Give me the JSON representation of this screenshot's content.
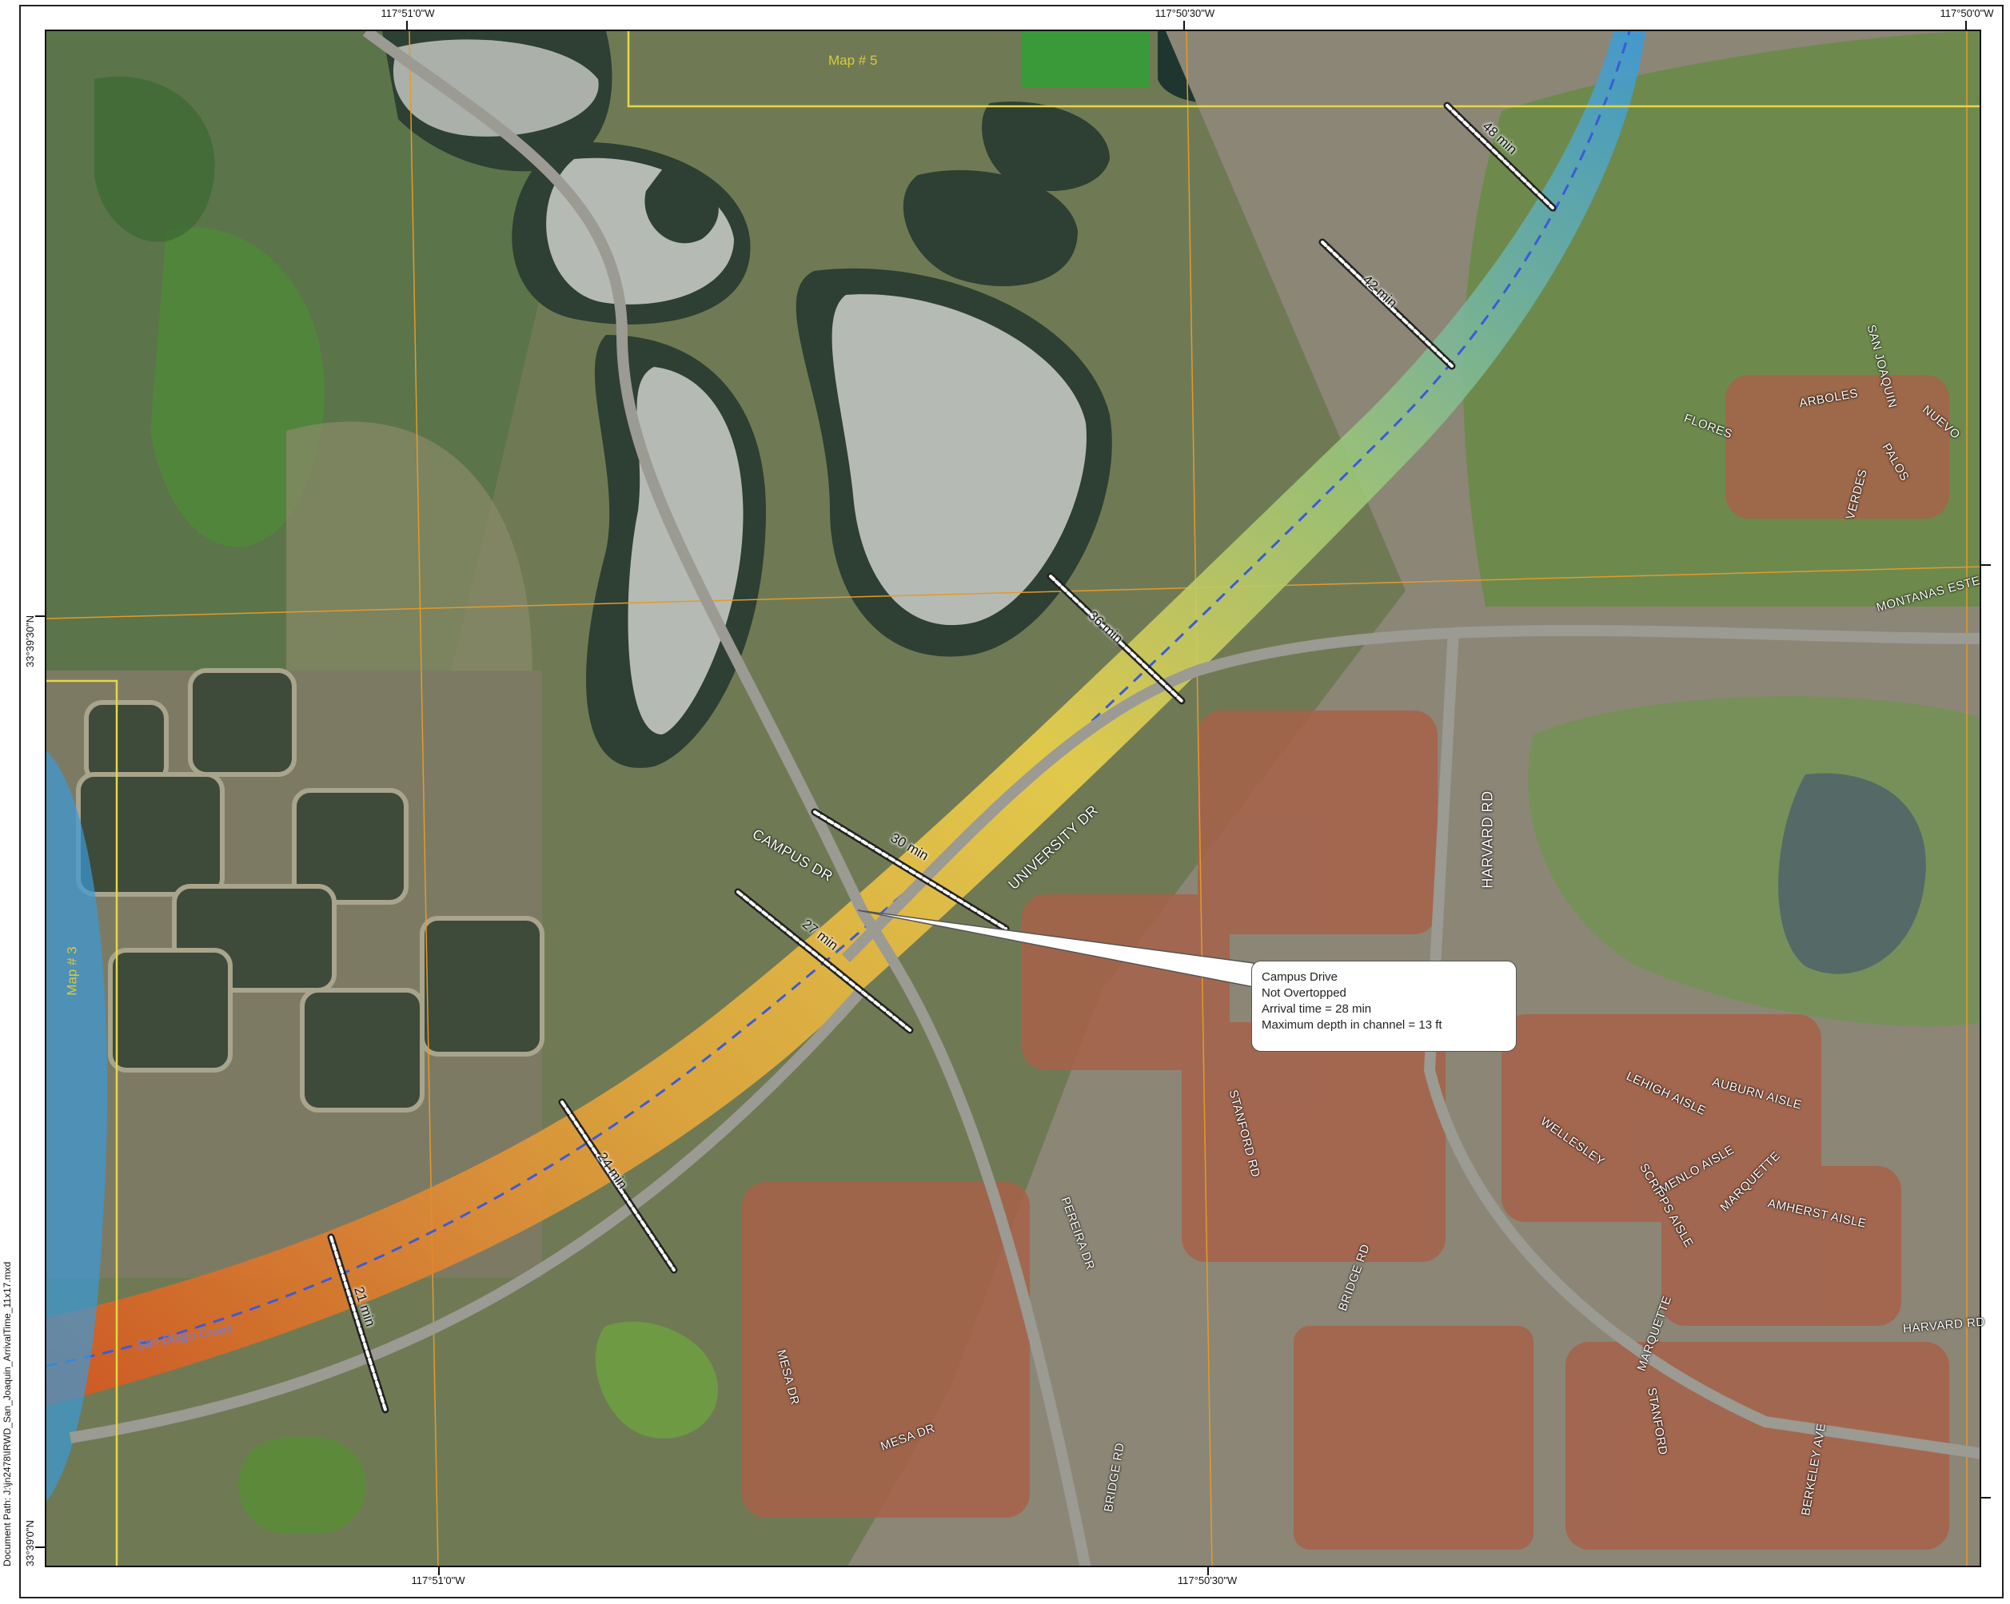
{
  "map": {
    "coordinates": {
      "top": [
        "117°51'0\"W",
        "117°50'30\"W",
        "117°50'0\"W"
      ],
      "bottom": [
        "117°51'0\"W",
        "117°50'30\"W"
      ],
      "left": [
        "33°39'30\"N",
        "33°39'0\"N"
      ]
    },
    "document_path": "Document Path: J:\\jn2478\\IRWD_San_Joaquin_ArrivalTime_11x17.mxd",
    "map_references": [
      "Map # 5",
      "Map # 3"
    ],
    "creek_name": "San Diego Creek",
    "arrival_times": [
      "48 min",
      "42 min",
      "36 min",
      "30 min",
      "27 min",
      "24 min",
      "21 min"
    ],
    "callout": {
      "title": "Campus Drive",
      "status": "Not Overtopped",
      "arrival": "Arrival time = 28 min",
      "depth": "Maximum depth in channel = 13 ft"
    },
    "streets": {
      "campus_dr": "CAMPUS DR",
      "university_dr": "UNIVERSITY DR",
      "harvard_rd": "HARVARD RD",
      "harvard_rd_2": "HARVARD RD",
      "stanford_rd": "STANFORD RD",
      "stanford": "STANFORD",
      "bridge_rd": "BRIDGE RD",
      "bridge_rd_2": "BRIDGE RD",
      "pereira_dr": "PEREIRA DR",
      "mesa_dr": "MESA DR",
      "mesa_dr_2": "MESA DR",
      "marquette": "MARQUETTE",
      "berkeley_ave": "BERKELEY AVE",
      "lehigh_aisle": "LEHIGH AISLE",
      "auburn_aisle": "AUBURN AISLE",
      "wellesley": "WELLESLEY",
      "scripps_aisle": "SCRIPPS AISLE",
      "menlo_aisle": "MENLO AISLE",
      "marquette_2": "MARQUETTE",
      "amherst_aisle": "AMHERST AISLE",
      "flores": "FLORES",
      "arboles": "ARBOLES",
      "san_joaquin": "SAN JOAQUIN",
      "nuevo": "NUEVO",
      "palos": "PALOS",
      "verdes": "VERDES",
      "montanas_este": "MONTANAS ESTE"
    },
    "colors": {
      "inundation_low": "#2f8fd6",
      "inundation_mid": "#f2d13a",
      "inundation_high": "#d9531e",
      "map_ref_line": "#e6d64a",
      "grid_line": "#e39a2b"
    }
  }
}
